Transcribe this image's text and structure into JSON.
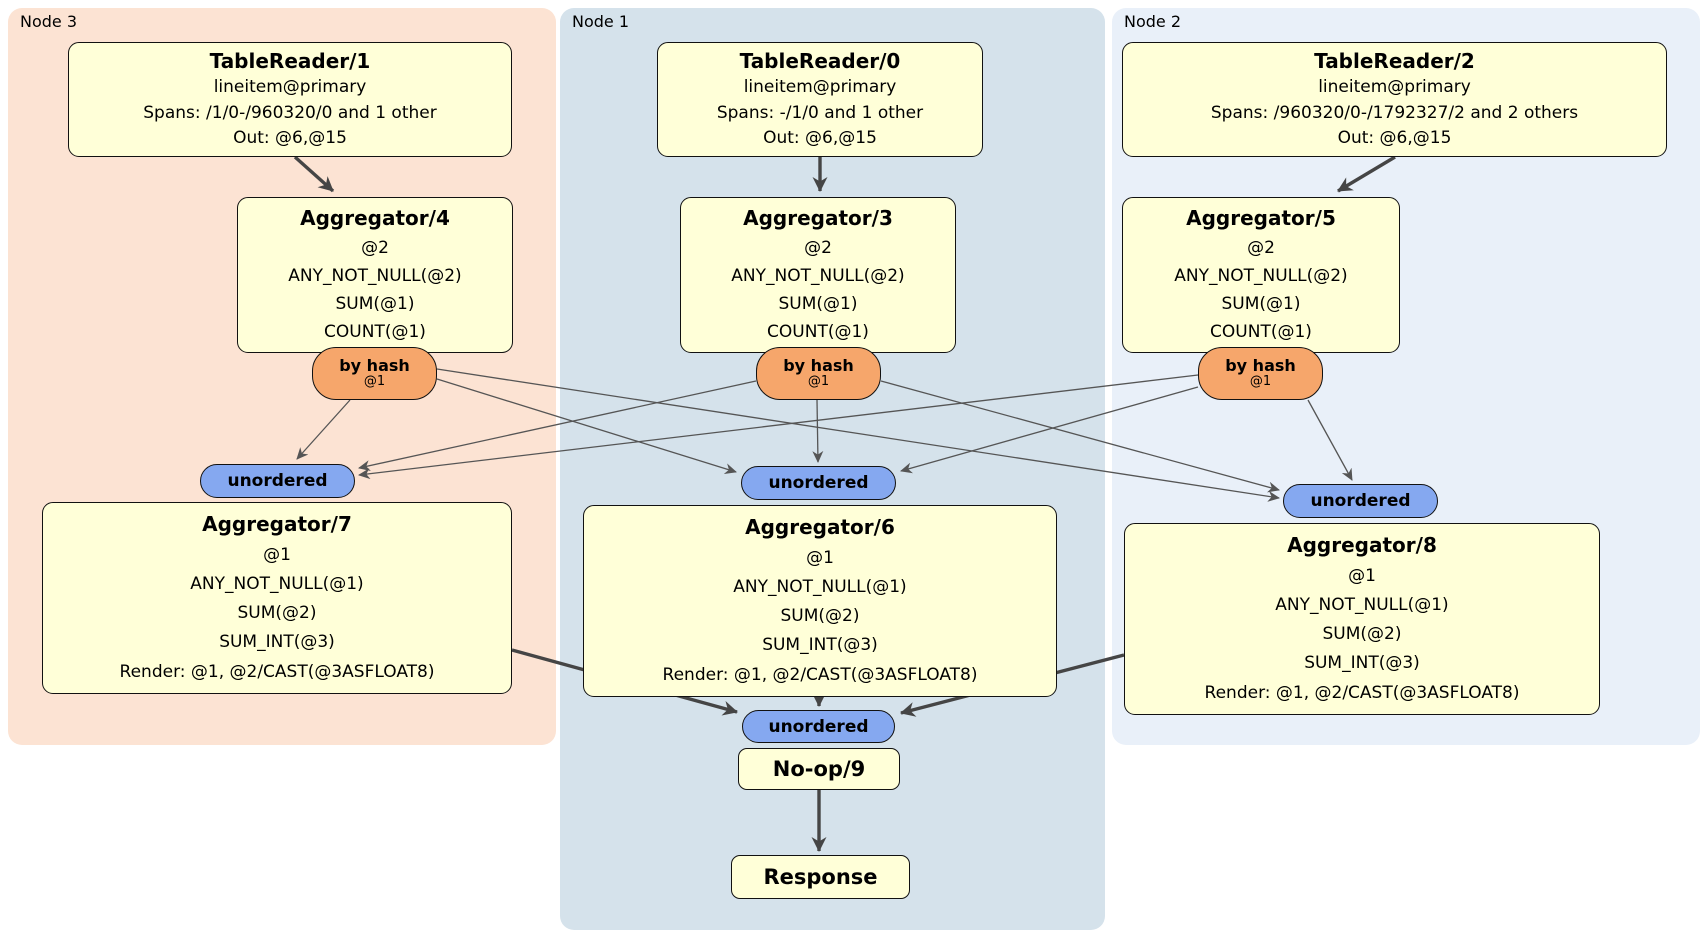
{
  "regions": {
    "node3": {
      "label": "Node 3",
      "color": "#fce3d3"
    },
    "node1": {
      "label": "Node 1",
      "color": "#d5e2eb"
    },
    "node2": {
      "label": "Node 2",
      "color": "#e9f0f9"
    }
  },
  "processors": {
    "tablereader1": {
      "title": "TableReader/1",
      "lines": [
        "lineitem@primary",
        "Spans: /1/0-/960320/0 and 1 other",
        "Out: @6,@15"
      ]
    },
    "tablereader0": {
      "title": "TableReader/0",
      "lines": [
        "lineitem@primary",
        "Spans: -/1/0 and 1 other",
        "Out: @6,@15"
      ]
    },
    "tablereader2": {
      "title": "TableReader/2",
      "lines": [
        "lineitem@primary",
        "Spans: /960320/0-/1792327/2 and 2 others",
        "Out: @6,@15"
      ]
    },
    "aggregator4": {
      "title": "Aggregator/4",
      "lines": [
        "@2",
        "ANY_NOT_NULL(@2)",
        "SUM(@1)",
        "COUNT(@1)"
      ]
    },
    "aggregator3": {
      "title": "Aggregator/3",
      "lines": [
        "@2",
        "ANY_NOT_NULL(@2)",
        "SUM(@1)",
        "COUNT(@1)"
      ]
    },
    "aggregator5": {
      "title": "Aggregator/5",
      "lines": [
        "@2",
        "ANY_NOT_NULL(@2)",
        "SUM(@1)",
        "COUNT(@1)"
      ]
    },
    "aggregator7": {
      "title": "Aggregator/7",
      "lines": [
        "@1",
        "ANY_NOT_NULL(@1)",
        "SUM(@2)",
        "SUM_INT(@3)",
        "Render: @1, @2/CAST(@3ASFLOAT8)"
      ]
    },
    "aggregator6": {
      "title": "Aggregator/6",
      "lines": [
        "@1",
        "ANY_NOT_NULL(@1)",
        "SUM(@2)",
        "SUM_INT(@3)",
        "Render: @1, @2/CAST(@3ASFLOAT8)"
      ]
    },
    "aggregator8": {
      "title": "Aggregator/8",
      "lines": [
        "@1",
        "ANY_NOT_NULL(@1)",
        "SUM(@2)",
        "SUM_INT(@3)",
        "Render: @1, @2/CAST(@3ASFLOAT8)"
      ]
    },
    "noop9": {
      "title": "No-op/9"
    },
    "response": {
      "title": "Response"
    }
  },
  "routers": {
    "by_hash": {
      "label": "by hash",
      "detail": "@1"
    },
    "unordered": {
      "label": "unordered"
    }
  },
  "colors": {
    "processor_fill": "#ffffd8",
    "hash_router_fill": "#f6a66b",
    "unordered_fill": "#85a8f0",
    "edge_thin": "#555555",
    "edge_thick": "#454545"
  }
}
